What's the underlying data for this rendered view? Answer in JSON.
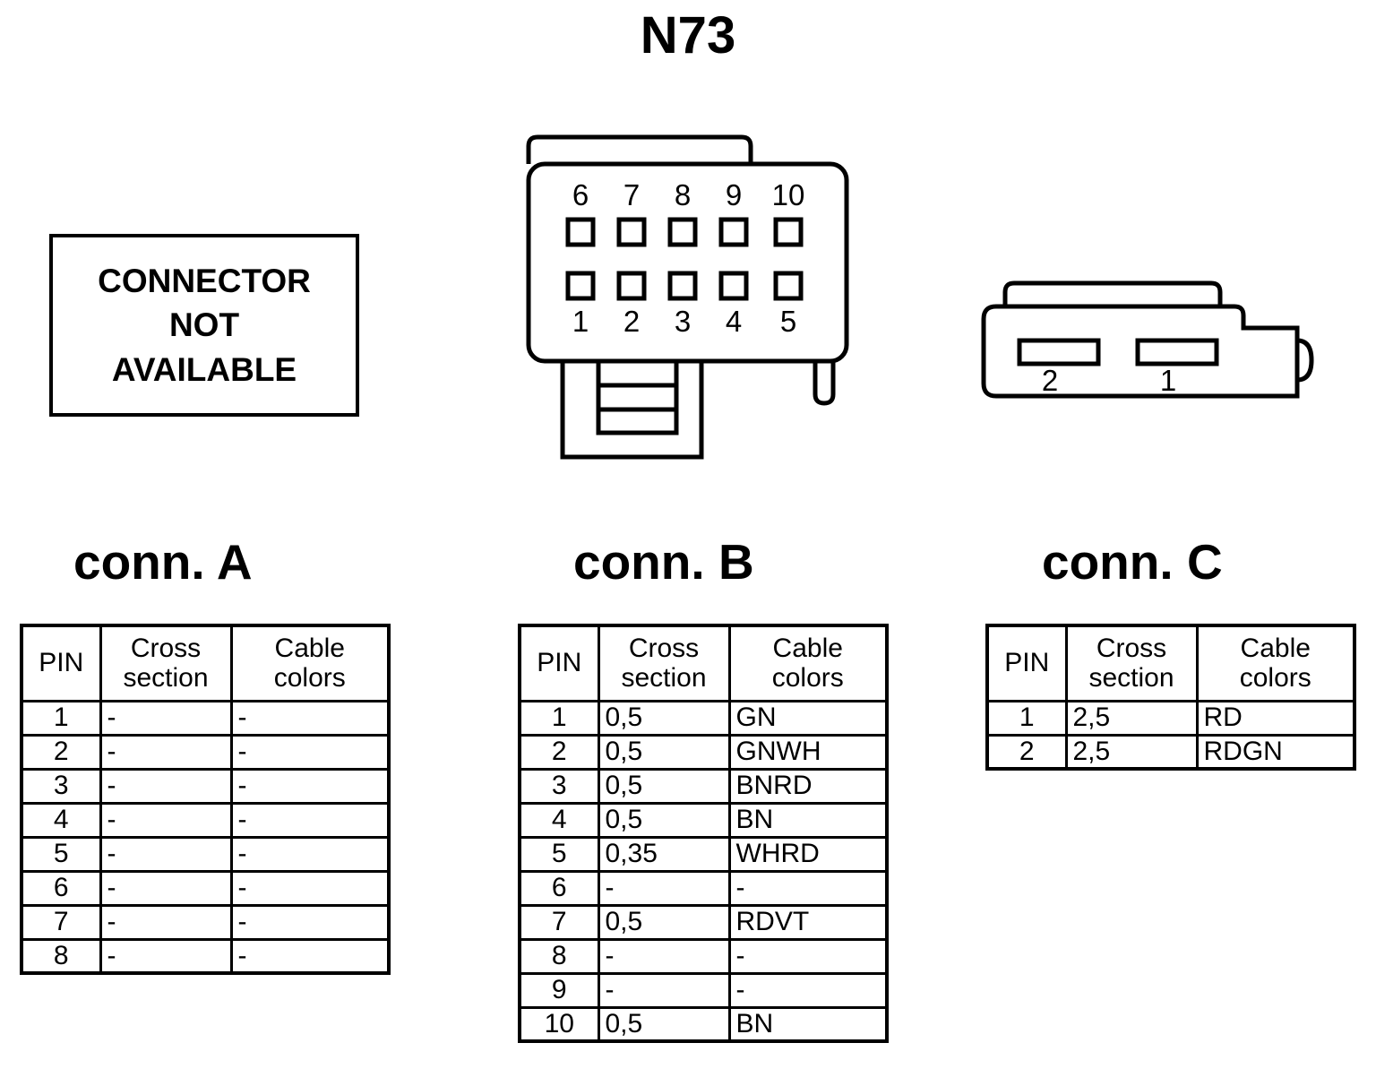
{
  "title": "N73",
  "not_available_box": {
    "lines": [
      "CONNECTOR",
      "NOT",
      "AVAILABLE"
    ]
  },
  "connector_drawings": {
    "b": {
      "name": "connector-b",
      "top_row_pins": [
        "6",
        "7",
        "8",
        "9",
        "10"
      ],
      "bottom_row_pins": [
        "1",
        "2",
        "3",
        "4",
        "5"
      ]
    },
    "c": {
      "name": "connector-c",
      "pins": [
        "2",
        "1"
      ]
    }
  },
  "headings": {
    "a": "conn. A",
    "b": "conn. B",
    "c": "conn. C"
  },
  "table_columns": {
    "pin": "PIN",
    "cross_section_l1": "Cross",
    "cross_section_l2": "section",
    "cable_colors_l1": "Cable",
    "cable_colors_l2": "colors"
  },
  "tables": {
    "a": {
      "label": "conn. A",
      "rows": [
        {
          "pin": "1",
          "cross_section": "-",
          "cable_colors": "-"
        },
        {
          "pin": "2",
          "cross_section": "-",
          "cable_colors": "-"
        },
        {
          "pin": "3",
          "cross_section": "-",
          "cable_colors": "-"
        },
        {
          "pin": "4",
          "cross_section": "-",
          "cable_colors": "-"
        },
        {
          "pin": "5",
          "cross_section": "-",
          "cable_colors": "-"
        },
        {
          "pin": "6",
          "cross_section": "-",
          "cable_colors": "-"
        },
        {
          "pin": "7",
          "cross_section": "-",
          "cable_colors": "-"
        },
        {
          "pin": "8",
          "cross_section": "-",
          "cable_colors": "-"
        }
      ]
    },
    "b": {
      "label": "conn. B",
      "rows": [
        {
          "pin": "1",
          "cross_section": "0,5",
          "cable_colors": "GN"
        },
        {
          "pin": "2",
          "cross_section": "0,5",
          "cable_colors": "GNWH"
        },
        {
          "pin": "3",
          "cross_section": "0,5",
          "cable_colors": "BNRD"
        },
        {
          "pin": "4",
          "cross_section": "0,5",
          "cable_colors": "BN"
        },
        {
          "pin": "5",
          "cross_section": "0,35",
          "cable_colors": "WHRD"
        },
        {
          "pin": "6",
          "cross_section": "-",
          "cable_colors": "-"
        },
        {
          "pin": "7",
          "cross_section": "0,5",
          "cable_colors": "RDVT"
        },
        {
          "pin": "8",
          "cross_section": "-",
          "cable_colors": "-"
        },
        {
          "pin": "9",
          "cross_section": "-",
          "cable_colors": "-"
        },
        {
          "pin": "10",
          "cross_section": "0,5",
          "cable_colors": "BN"
        }
      ]
    },
    "c": {
      "label": "conn. C",
      "rows": [
        {
          "pin": "1",
          "cross_section": "2,5",
          "cable_colors": "RD"
        },
        {
          "pin": "2",
          "cross_section": "2,5",
          "cable_colors": "RDGN"
        }
      ]
    }
  },
  "colors": {
    "stroke": "#000000",
    "background": "#ffffff"
  }
}
